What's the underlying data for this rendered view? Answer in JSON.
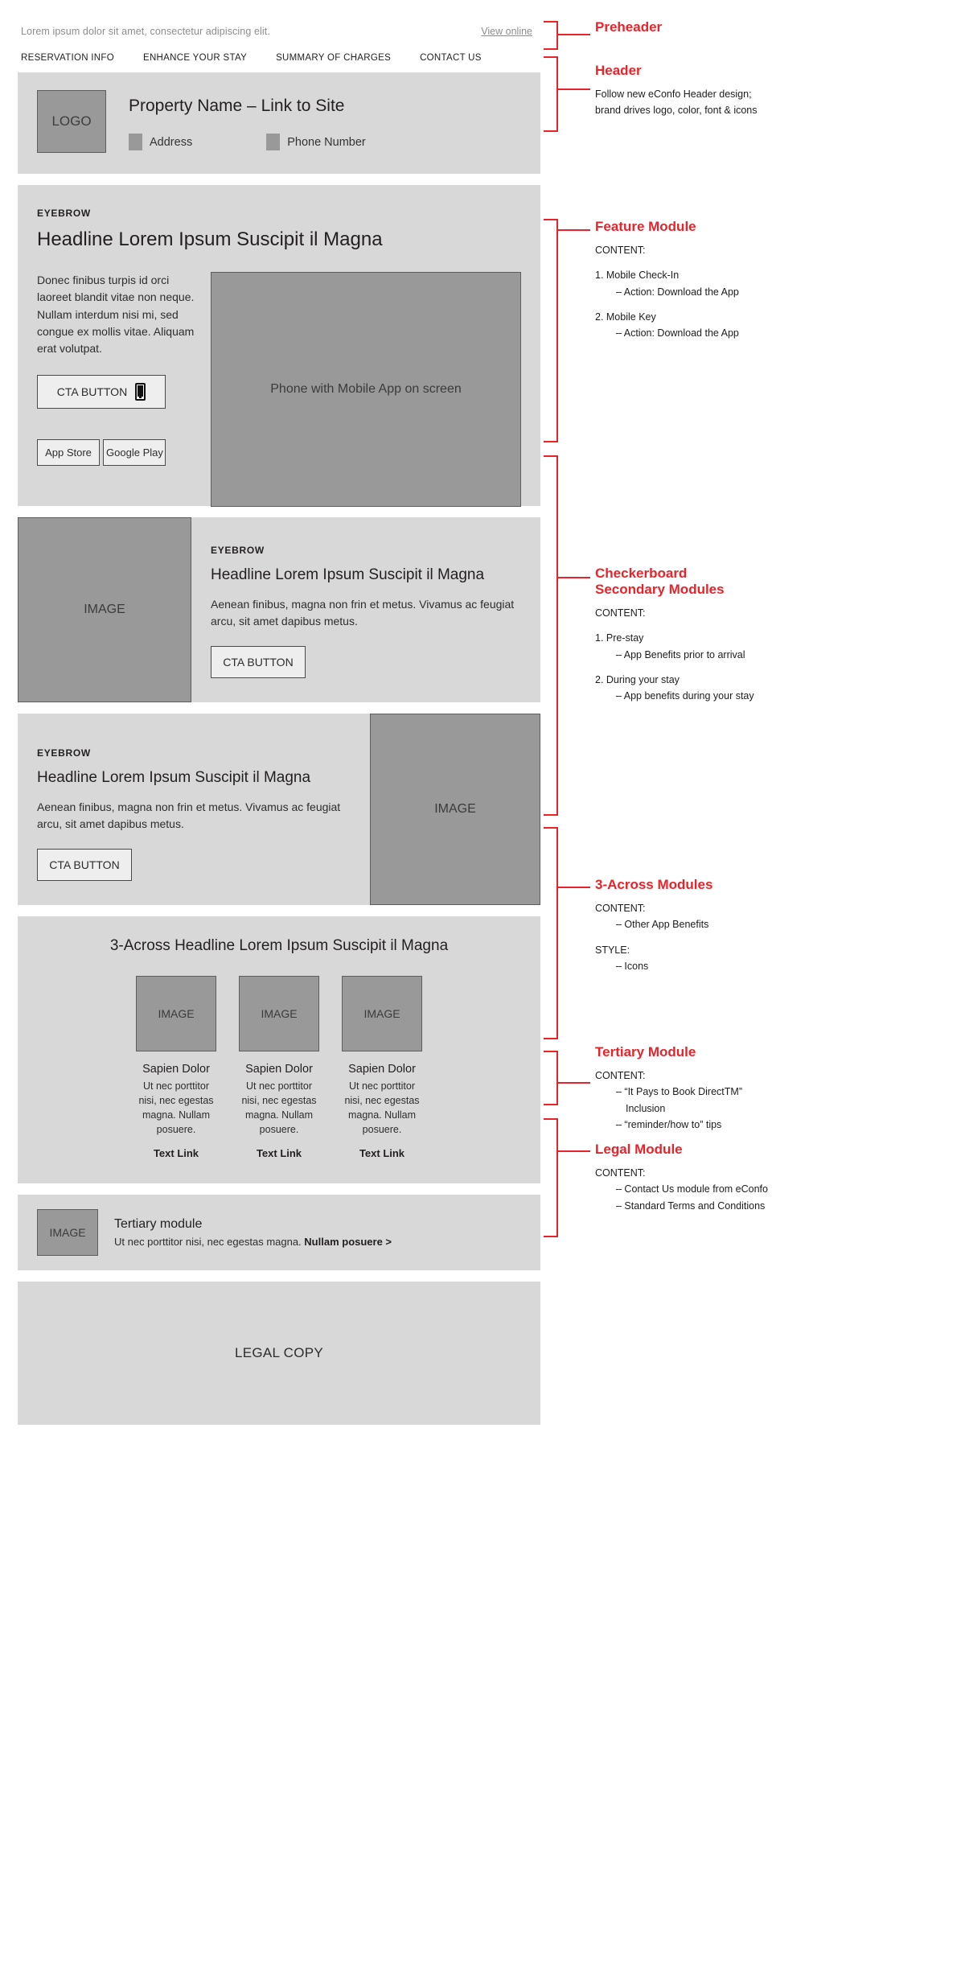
{
  "preheader": {
    "text": "Lorem ipsum dolor sit amet, consectetur adipiscing elit.",
    "view_online": "View online",
    "annotation_title": "Preheader"
  },
  "nav": {
    "items": [
      "RESERVATION INFO",
      "ENHANCE YOUR STAY",
      "SUMMARY OF CHARGES",
      "CONTACT US"
    ]
  },
  "header": {
    "logo_label": "LOGO",
    "property_name": "Property Name – Link to Site",
    "address_label": "Address",
    "phone_label": "Phone Number",
    "annotation_title": "Header",
    "annotation_line1": "Follow new eConfo Header design;",
    "annotation_line2": "brand drives logo, color, font & icons"
  },
  "feature": {
    "eyebrow": "EYEBROW",
    "headline": "Headline Lorem Ipsum Suscipit il Magna",
    "paragraph": "Donec finibus turpis id orci laoreet blandit vitae non neque. Nullam interdum nisi mi, sed congue ex mollis vitae. Aliquam erat volutpat.",
    "cta_label": "CTA BUTTON",
    "app_store_label": "App Store",
    "google_play_label": "Google Play",
    "image_placeholder": "Phone with Mobile App on screen",
    "annotation_title": "Feature Module",
    "annotation_content_label": "CONTENT:",
    "annotation_items": [
      {
        "num": "1. Mobile Check-In",
        "sub": "– Action: Download the App"
      },
      {
        "num": "2. Mobile Key",
        "sub": "– Action: Download the App"
      }
    ]
  },
  "checkerboard": {
    "annotation_title_line1": "Checkerboard",
    "annotation_title_line2": "Secondary Modules",
    "annotation_content_label": "CONTENT:",
    "annotation_items": [
      {
        "num": "1. Pre-stay",
        "sub": "– App Benefits prior to arrival"
      },
      {
        "num": "2. During your stay",
        "sub": "– App benefits during your stay"
      }
    ],
    "modules": [
      {
        "image_placeholder": "IMAGE",
        "eyebrow": "EYEBROW",
        "headline": "Headline Lorem Ipsum Suscipit il Magna",
        "paragraph": "Aenean finibus, magna non frin et metus. Vivamus ac feugiat arcu, sit amet dapibus metus.",
        "cta_label": "CTA BUTTON"
      },
      {
        "image_placeholder": "IMAGE",
        "eyebrow": "EYEBROW",
        "headline": "Headline Lorem Ipsum Suscipit il Magna",
        "paragraph": "Aenean finibus, magna non frin et metus. Vivamus ac feugiat arcu, sit amet dapibus metus.",
        "cta_label": "CTA BUTTON"
      }
    ]
  },
  "three_across": {
    "headline": "3-Across Headline Lorem Ipsum Suscipit il Magna",
    "cards": [
      {
        "image_placeholder": "IMAGE",
        "title": "Sapien Dolor",
        "body": "Ut nec porttitor nisi, nec egestas magna. Nullam posuere.",
        "link": "Text Link"
      },
      {
        "image_placeholder": "IMAGE",
        "title": "Sapien Dolor",
        "body": "Ut nec porttitor nisi, nec egestas magna. Nullam posuere.",
        "link": "Text Link"
      },
      {
        "image_placeholder": "IMAGE",
        "title": "Sapien Dolor",
        "body": "Ut nec porttitor nisi, nec egestas magna. Nullam posuere.",
        "link": "Text Link"
      }
    ],
    "annotation_title": "3-Across Modules",
    "annotation_content_label": "CONTENT:",
    "annotation_content_item": "– Other App Benefits",
    "annotation_style_label": "STYLE:",
    "annotation_style_item": "– Icons"
  },
  "tertiary": {
    "image_placeholder": "IMAGE",
    "title": "Tertiary module",
    "body_text": "Ut nec porttitor nisi, nec egestas magna. ",
    "body_link": "Nullam posuere >",
    "annotation_title": "Tertiary Module",
    "annotation_content_label": "CONTENT:",
    "annotation_item1_line1": "– “It Pays to Book DirectTM”",
    "annotation_item1_line2": "Inclusion",
    "annotation_item2": "– “reminder/how to” tips"
  },
  "legal": {
    "label": "LEGAL COPY",
    "annotation_title": "Legal Module",
    "annotation_content_label": "CONTENT:",
    "annotation_item1": "– Contact Us module from eConfo",
    "annotation_item2": "– Standard Terms and Conditions"
  },
  "colors": {
    "accent_red": "#e8232a",
    "module_bg": "#d8d8d8",
    "placeholder_gray": "#999999"
  }
}
